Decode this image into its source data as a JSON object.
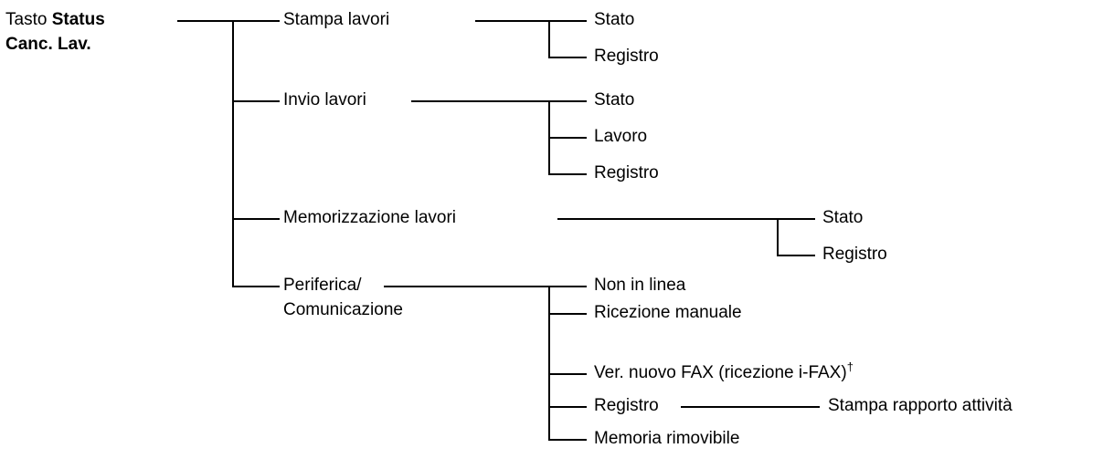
{
  "diagram": {
    "title": "Tasto Status Canc. Lav. menu tree",
    "root": {
      "prefix": "Tasto ",
      "bold_line1": "Status",
      "bold_line2": "Canc. Lav."
    },
    "level1": [
      {
        "label": "Stampa lavori"
      },
      {
        "label": "Invio lavori"
      },
      {
        "label": "Memorizzazione lavori"
      },
      {
        "label": "Periferica/",
        "label_line2": "Comunicazione"
      }
    ],
    "level2": {
      "stampa_lavori": [
        {
          "label": "Stato"
        },
        {
          "label": "Registro"
        }
      ],
      "invio_lavori": [
        {
          "label": "Stato"
        },
        {
          "label": "Lavoro"
        },
        {
          "label": "Registro"
        }
      ],
      "memorizzazione_lavori": [
        {
          "label": "Stato"
        },
        {
          "label": "Registro"
        }
      ],
      "periferica_comunicazione": [
        {
          "label": "Non in linea"
        },
        {
          "label": "Ricezione manuale"
        },
        {
          "label": "Ver. nuovo FAX (ricezione i-FAX)",
          "marker": "†"
        },
        {
          "label": "Registro"
        },
        {
          "label": "Memoria rimovibile"
        }
      ]
    },
    "level3": {
      "registro": [
        {
          "label": "Stampa rapporto attività"
        }
      ]
    },
    "colors": {
      "line": "#000000",
      "text": "#000000",
      "background": "#ffffff"
    }
  }
}
